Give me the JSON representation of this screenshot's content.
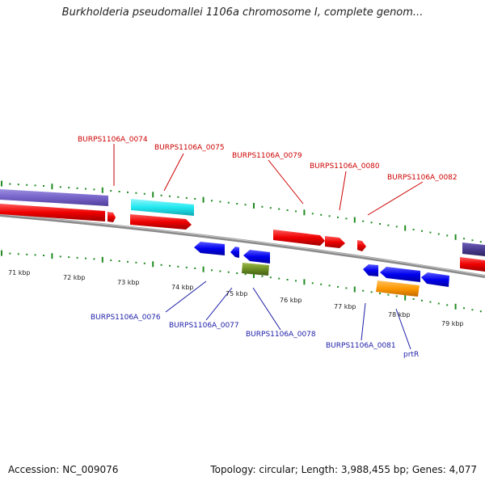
{
  "title": "Burkholderia pseudomallei 1106a chromosome I, complete genom...",
  "accession": "Accession: NC_009076",
  "topology": "Topology: circular; Length: 3,988,455 bp; Genes: 4,077",
  "ticks": [
    "71 kbp",
    "72 kbp",
    "73 kbp",
    "74 kbp",
    "75 kbp",
    "76 kbp",
    "77 kbp",
    "78 kbp",
    "79 kbp"
  ],
  "labels_top": [
    "BURPS1106A_0074",
    "BURPS1106A_0075",
    "BURPS1106A_0079",
    "BURPS1106A_0080",
    "BURPS1106A_0082"
  ],
  "labels_bottom": [
    "BURPS1106A_0076",
    "BURPS1106A_0077",
    "BURPS1106A_0078",
    "BURPS1106A_0081",
    "prtR"
  ],
  "colors": {
    "forward": "#ee1111",
    "reverse": "#1111dd",
    "purple": "#7b68c8",
    "cyan": "#22e8f0",
    "olive": "#6b8e23",
    "orange": "#ff9900",
    "backbone": "#808080",
    "dots": "#228b22",
    "label_top": "#cc0000",
    "label_bottom": "#1c1ca8"
  }
}
